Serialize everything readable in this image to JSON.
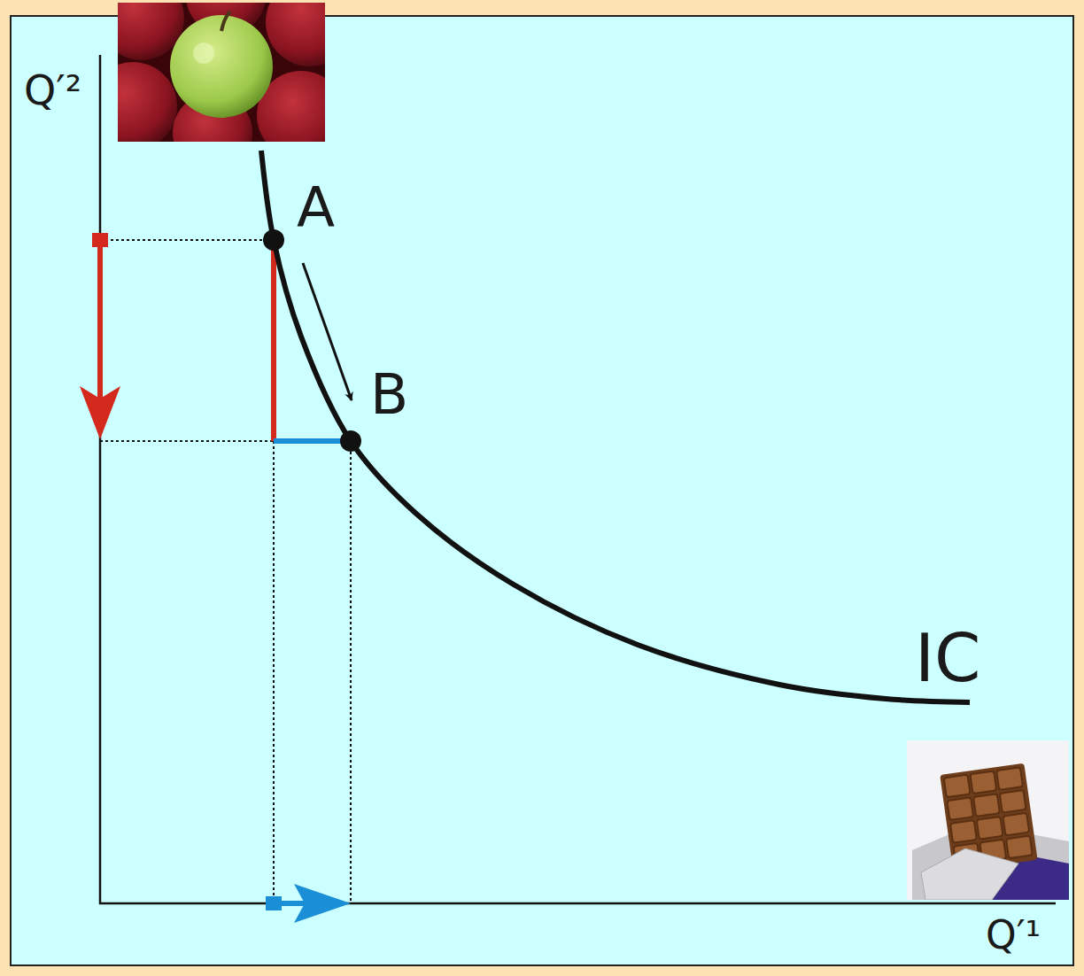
{
  "diagram": {
    "labels": [
      "Q′²",
      "A",
      "B",
      "IC",
      "Q′¹"
    ]
  }
}
